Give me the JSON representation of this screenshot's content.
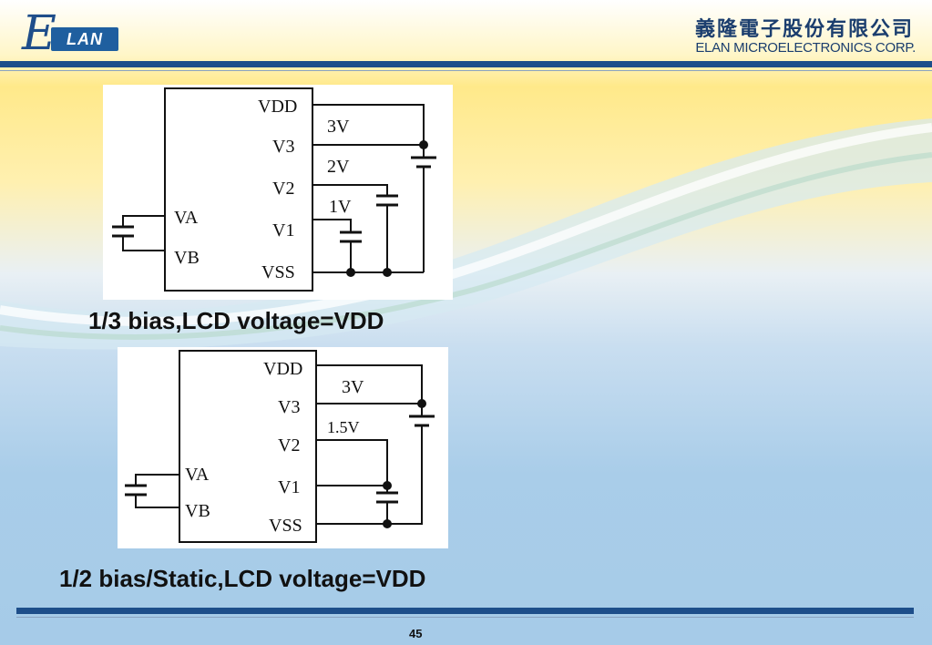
{
  "header": {
    "logo_text": "LAN",
    "logo_letter": "E",
    "company_cn": "義隆電子股份有限公司",
    "company_en": "ELAN MICROELECTRONICS CORP."
  },
  "diagram1": {
    "pins": {
      "vdd": "VDD",
      "v3": "V3",
      "v2": "V2",
      "v1": "V1",
      "vss": "VSS",
      "va": "VA",
      "vb": "VB"
    },
    "voltages": {
      "top": "3V",
      "mid": "2V",
      "low": "1V"
    },
    "caption": "1/3 bias,LCD voltage=VDD"
  },
  "diagram2": {
    "pins": {
      "vdd": "VDD",
      "v3": "V3",
      "v2": "V2",
      "v1": "V1",
      "vss": "VSS",
      "va": "VA",
      "vb": "VB"
    },
    "voltages": {
      "top": "3V",
      "mid": "1.5V"
    },
    "caption": "1/2 bias/Static,LCD voltage=VDD"
  },
  "footer": {
    "page_number": "45"
  }
}
